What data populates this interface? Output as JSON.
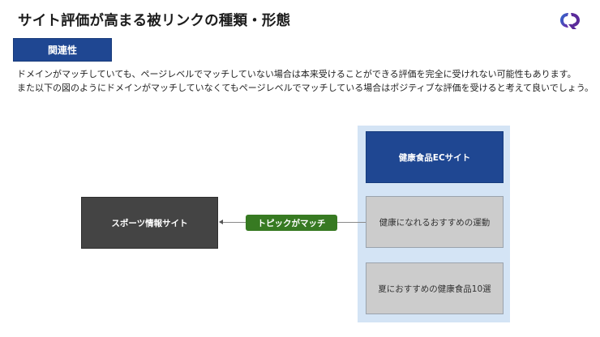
{
  "header": {
    "title": "サイト評価が高まる被リンクの種類・形態",
    "logo": "brand-logo-icon"
  },
  "section_tab": {
    "label": "関連性"
  },
  "description": {
    "lines": [
      "ドメインがマッチしていても、ページレベルでマッチしていない場合は本来受けることができる評価を完全に受けれない可能性もあります。",
      "また以下の図のようにドメインがマッチしていなくてもページレベルでマッチしている場合はポジティブな評価を受けると考えて良いでしょう。"
    ]
  },
  "diagram": {
    "source_site": {
      "label": "スポーツ情報サイト"
    },
    "connector_label": "トピックがマッチ",
    "target_site": {
      "label": "健康食品ECサイト",
      "pages": [
        {
          "label": "健康になれるおすすめの運動"
        },
        {
          "label": "夏におすすめの健康食品10選"
        }
      ]
    },
    "colors": {
      "navy": "#1f4792",
      "dark_gray": "#444444",
      "light_gray": "#cccccc",
      "panel_blue": "#d4e4f5",
      "green": "#377a22"
    }
  }
}
